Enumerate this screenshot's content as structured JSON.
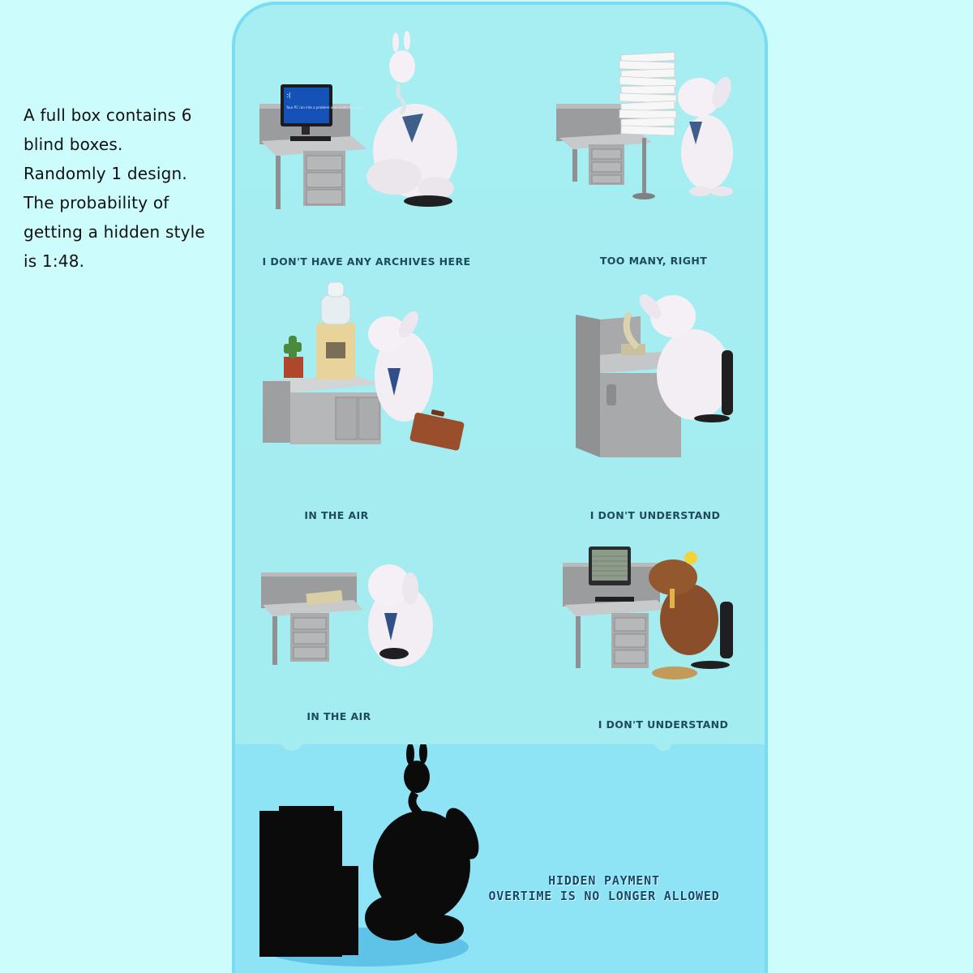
{
  "intro": {
    "lines": [
      "A full box contains 6",
      "blind boxes.",
      "Randomly 1 design.",
      "The probability of",
      "getting a hidden style",
      "is 1:48."
    ]
  },
  "figures": [
    {
      "label": "I DON'T HAVE ANY ARCHIVES HERE",
      "screen_text": "Your PC ran into a problem and needs to restart."
    },
    {
      "label": "TOO MANY, RIGHT"
    },
    {
      "label": "IN THE AIR"
    },
    {
      "label": "I DON'T UNDERSTAND"
    },
    {
      "label": "IN THE AIR"
    },
    {
      "label": "I DON'T UNDERSTAND"
    }
  ],
  "hidden": {
    "line1": "HIDDEN PAYMENT",
    "line2": "OVERTIME IS NO LONGER ALLOWED"
  },
  "colors": {
    "page_bg": "#cdfcfc",
    "panel_bg": "#a4ecf0",
    "panel_border": "#79dcf2",
    "label_text": "#1f4a5c",
    "hidden_text": "#0f4a6a",
    "desk_gray": "#9a9c9e"
  }
}
